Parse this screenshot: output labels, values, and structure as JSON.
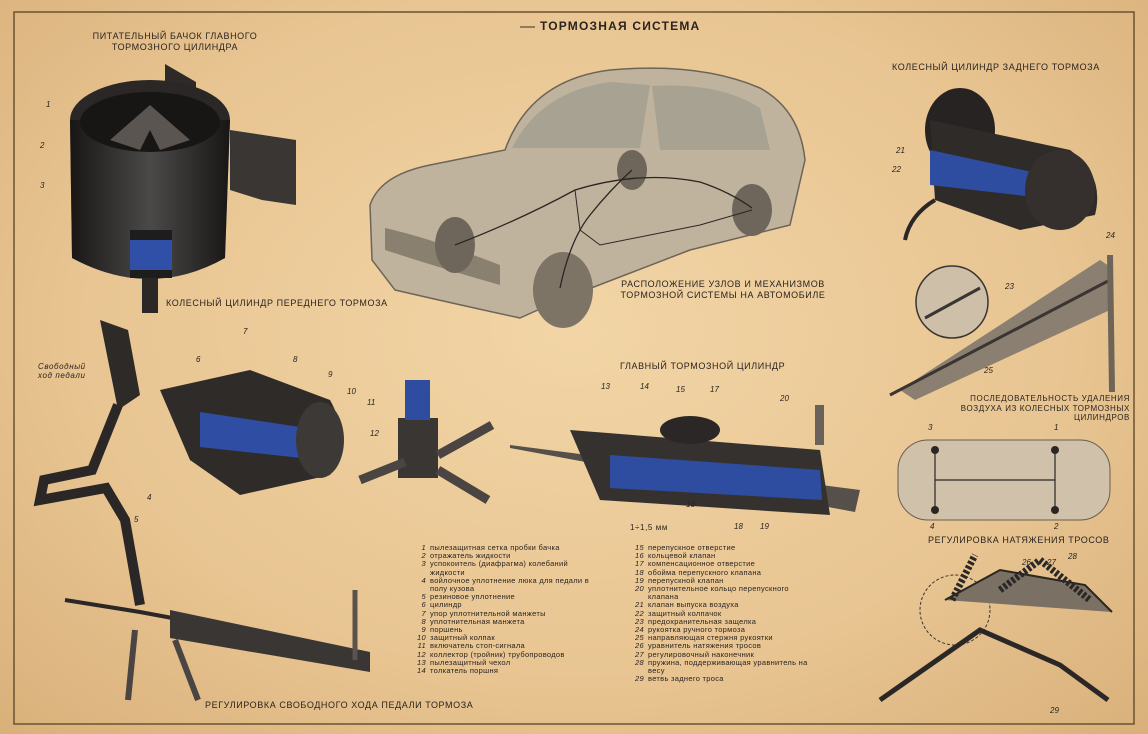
{
  "title": "ТОРМОЗНАЯ СИСТЕМА",
  "labels": {
    "reservoir": "ПИТАТЕЛЬНЫЙ БАЧОК ГЛАВНОГО ТОРМОЗНОГО ЦИЛИНДРА",
    "front_cyl": "КОЛЕСНЫЙ ЦИЛИНДР ПЕРЕДНЕГО ТОРМОЗА",
    "layout": "РАСПОЛОЖЕНИЕ УЗЛОВ И МЕХАНИЗМОВ ТОРМОЗНОЙ СИСТЕМЫ НА АВТОМОБИЛЕ",
    "rear_cyl": "КОЛЕСНЫЙ ЦИЛИНДР ЗАДНЕГО ТОРМОЗА",
    "master": "ГЛАВНЫЙ ТОРМОЗНОЙ ЦИЛИНДР",
    "bleed": "ПОСЛЕДОВАТЕЛЬНОСТЬ УДАЛЕНИЯ ВОЗДУХА ИЗ КОЛЕСНЫХ ТОРМОЗНЫХ ЦИЛИНДРОВ",
    "cable": "РЕГУЛИРОВКА НАТЯЖЕНИЯ ТРОСОВ",
    "pedal": "РЕГУЛИРОВКА СВОБОДНОГО ХОДА ПЕДАЛИ ТОРМОЗА",
    "free_travel": "Свободный ход педали",
    "gap": "1÷1,5 мм"
  },
  "legend_left": [
    [
      "1",
      "пылезащитная сетка пробки бачка"
    ],
    [
      "2",
      "отражатель жидкости"
    ],
    [
      "3",
      "успокоитель (диафрагма) колебаний жидкости"
    ],
    [
      "4",
      "войлочное уплотнение люка для педали в полу кузова"
    ],
    [
      "5",
      "резиновое уплотнение"
    ],
    [
      "6",
      "цилиндр"
    ],
    [
      "7",
      "упор уплотнительной манжеты"
    ],
    [
      "8",
      "уплотнительная манжета"
    ],
    [
      "9",
      "поршень"
    ],
    [
      "10",
      "защитный колпак"
    ],
    [
      "11",
      "включатель стоп-сигнала"
    ],
    [
      "12",
      "коллектор (тройник) трубопроводов"
    ],
    [
      "13",
      "пылезащитный чехол"
    ],
    [
      "14",
      "толкатель поршня"
    ]
  ],
  "legend_right": [
    [
      "15",
      "перепускное отверстие"
    ],
    [
      "16",
      "кольцевой клапан"
    ],
    [
      "17",
      "компенсационное отверстие"
    ],
    [
      "18",
      "обойма перепускного клапана"
    ],
    [
      "19",
      "перепускной клапан"
    ],
    [
      "20",
      "уплотнительное кольцо перепускного клапана"
    ],
    [
      "21",
      "клапан выпуска воздуха"
    ],
    [
      "22",
      "защитный колпачок"
    ],
    [
      "23",
      "предохранительная защелка"
    ],
    [
      "24",
      "рукоятка ручного тормоза"
    ],
    [
      "25",
      "направляющая стержня рукоятки"
    ],
    [
      "26",
      "уравнитель натяжения тросов"
    ],
    [
      "27",
      "регулировочный наконечник"
    ],
    [
      "28",
      "пружина, поддерживающая уравнитель на весу"
    ],
    [
      "29",
      "ветвь заднего троса"
    ]
  ],
  "callouts": [
    "1",
    "2",
    "3",
    "4",
    "5",
    "6",
    "7",
    "8",
    "9",
    "10",
    "11",
    "12",
    "13",
    "14",
    "15",
    "16",
    "17",
    "18",
    "19",
    "20",
    "21",
    "22",
    "23",
    "24",
    "25",
    "26",
    "27",
    "28",
    "29"
  ],
  "bleed_order": [
    "1",
    "2",
    "3",
    "4"
  ]
}
